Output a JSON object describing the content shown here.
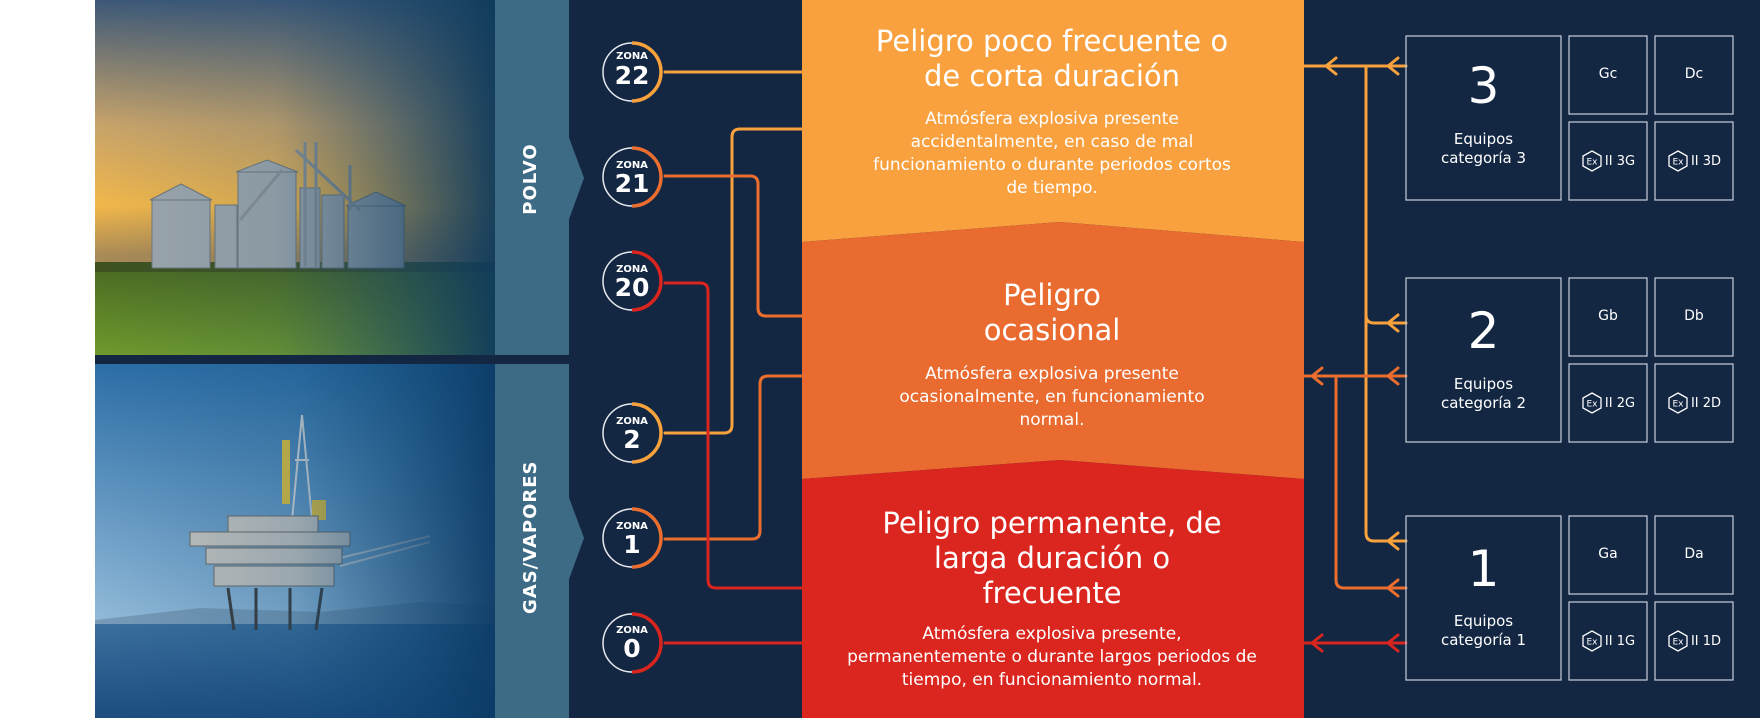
{
  "sidebar": {
    "dust_label": "POLVO",
    "gas_label": "GAS/VAPORES"
  },
  "zones": [
    {
      "tag": "ZONA",
      "number": "22",
      "color": "#f7a23c"
    },
    {
      "tag": "ZONA",
      "number": "21",
      "color": "#ec6e2f"
    },
    {
      "tag": "ZONA",
      "number": "20",
      "color": "#d9251d"
    },
    {
      "tag": "ZONA",
      "number": "2",
      "color": "#f7a23c"
    },
    {
      "tag": "ZONA",
      "number": "1",
      "color": "#ec6e2f"
    },
    {
      "tag": "ZONA",
      "number": "0",
      "color": "#d9251d"
    }
  ],
  "hazards": [
    {
      "title": "Peligro poco frecuente o de corta duración",
      "desc": "Atmósfera explosiva presente accidentalmente, en caso de mal funcionamiento o durante periodos cortos de tiempo.",
      "color": "#f9a03f"
    },
    {
      "title": "Peligro ocasional",
      "desc": "Atmósfera explosiva presente ocasionalmente, en funcionamiento normal.",
      "color": "#ea6b2f"
    },
    {
      "title": "Peligro permanente, de larga duración o frecuente",
      "desc": "Atmósfera explosiva presente, permanentemente o durante largos periodos de tiempo, en funcionamiento normal.",
      "color": "#da261f"
    }
  ],
  "categories": [
    {
      "number": "3",
      "label": "Equipos categoría 3",
      "gas_epl": "Gc",
      "dust_epl": "Dc",
      "gas_mark": "II 3G",
      "dust_mark": "II 3D"
    },
    {
      "number": "2",
      "label": "Equipos categoría 2",
      "gas_epl": "Gb",
      "dust_epl": "Db",
      "gas_mark": "II 2G",
      "dust_mark": "II 2D"
    },
    {
      "number": "1",
      "label": "Equipos categoría 1",
      "gas_epl": "Ga",
      "dust_epl": "Da",
      "gas_mark": "II 1G",
      "dust_mark": "II 1D"
    }
  ],
  "ex_symbol_text": "Ex",
  "colors": {
    "navy": "#132642",
    "sidebar_blue": "#3d6b86",
    "low": "#f7a23c",
    "medium": "#ec6e2f",
    "high": "#d9251d"
  }
}
